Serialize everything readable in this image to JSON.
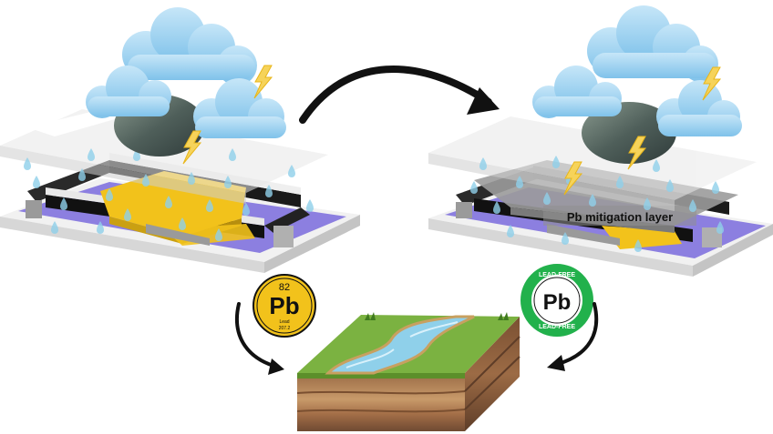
{
  "left_panel": {
    "device_state": "unprotected perovskite device under rain, hail and lightning"
  },
  "right_panel": {
    "layer_label": "Pb mitigation layer"
  },
  "pb_badge": {
    "atomic_number": "82",
    "symbol": "Pb",
    "name": "Lead",
    "mass": "207.2"
  },
  "lead_free_badge": {
    "symbol": "Pb",
    "ring_text_top": "LEAD-FREE",
    "ring_text_bottom": "LEAD-FREE"
  },
  "colors": {
    "lead_yellow": "#f2c21b",
    "lead_free_green": "#22b14c",
    "substrate_purple": "#8c7fe0",
    "water_blue": "#8fd0ea",
    "cloud_blue": "#9fd3f0"
  },
  "icons": [
    "cloud-icon",
    "lightning-icon",
    "hailstone-icon",
    "raindrop-icon",
    "curved-arrow-icon",
    "soil-cross-section-icon"
  ]
}
